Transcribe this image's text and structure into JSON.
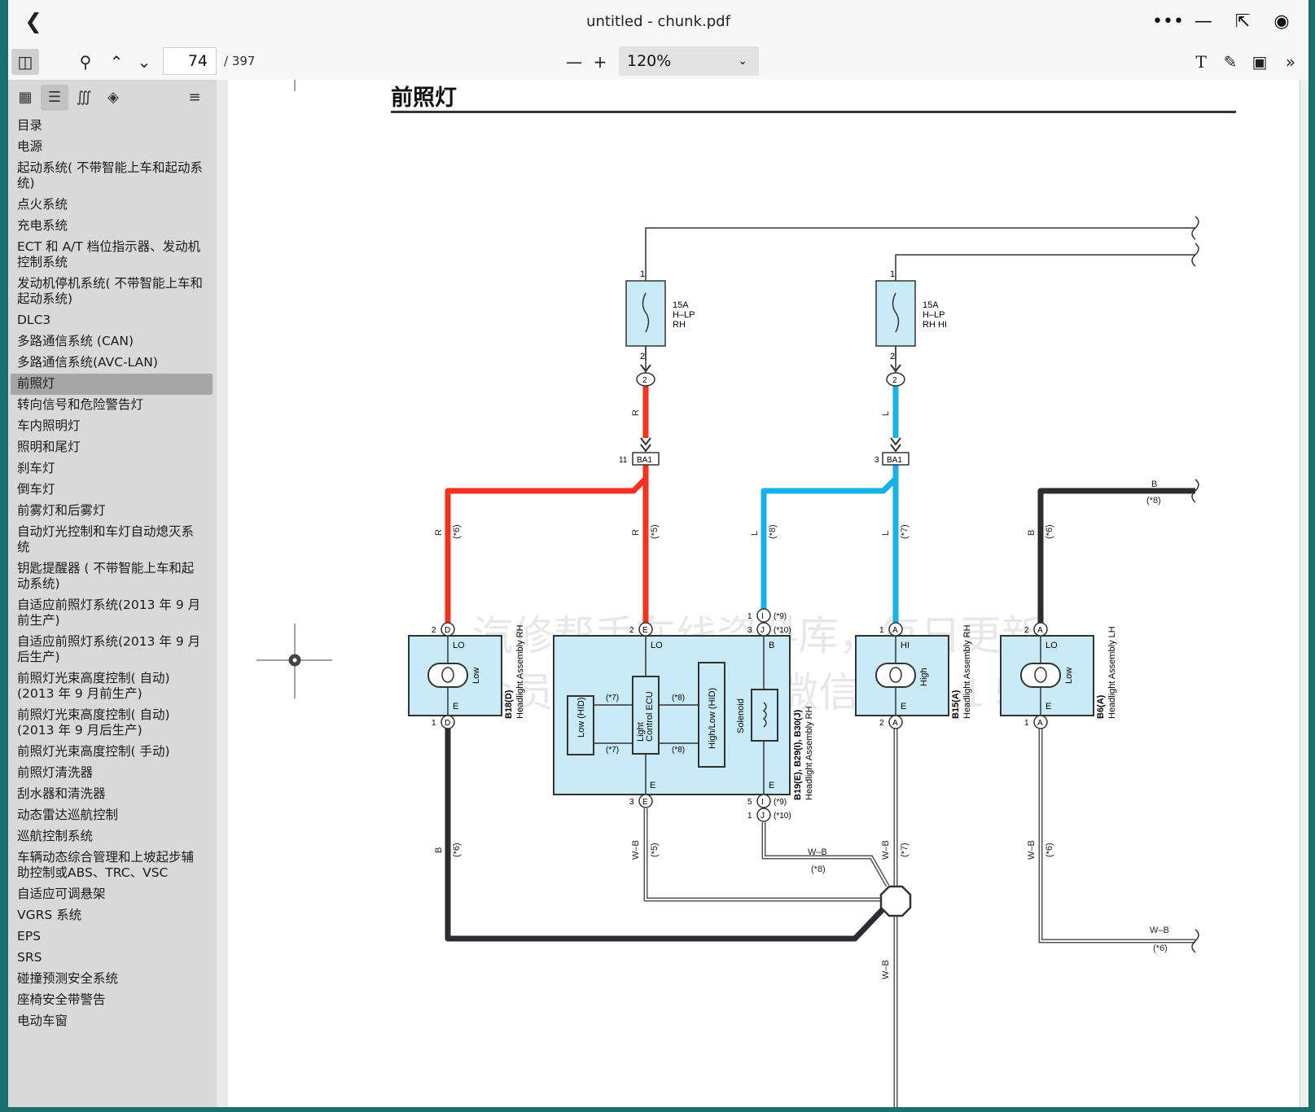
{
  "window": {
    "title": "untitled - chunk.pdf"
  },
  "toolbar": {
    "page_current": "74",
    "page_total": "/ 397",
    "zoom": "120%"
  },
  "toc": [
    "目录",
    "电源",
    "起动系统( 不带智能上车和起动系统)",
    "点火系统",
    "充电系统",
    "ECT 和 A/T 档位指示器、发动机控制系统",
    "发动机停机系统( 不带智能上车和起动系统)",
    "DLC3",
    "多路通信系统 (CAN)",
    "多路通信系统(AVC-LAN)",
    "前照灯",
    "转向信号和危险警告灯",
    "车内照明灯",
    "照明和尾灯",
    "刹车灯",
    "倒车灯",
    "前雾灯和后雾灯",
    "自动灯光控制和车灯自动熄灭系统",
    "钥匙提醒器 ( 不带智能上车和起动系统)",
    "自适应前照灯系统(2013 年 9 月前生产)",
    "自适应前照灯系统(2013 年 9 月后生产)",
    "前照灯光束高度控制( 自动)(2013 年 9 月前生产)",
    "前照灯光束高度控制( 自动)(2013 年 9 月后生产)",
    "前照灯光束高度控制( 手动)",
    "前照灯清洗器",
    "刮水器和清洗器",
    "动态雷达巡航控制",
    "巡航控制系统",
    "车辆动态综合管理和上坡起步辅助控制或ABS、TRC、VSC",
    "自适应可调悬架",
    "VGRS 系统",
    "EPS",
    "SRS",
    "碰撞预测安全系统",
    "座椅安全带警告",
    "电动车窗"
  ],
  "toc_active_index": 10,
  "doc": {
    "heading": "前照灯",
    "fuse1": {
      "pin_top": "1",
      "pin_bot": "2",
      "l1": "15A",
      "l2": "H–LP",
      "l3": "RH",
      "conn": "2"
    },
    "fuse2": {
      "pin_top": "1",
      "pin_bot": "2",
      "l1": "15A",
      "l2": "H–LP",
      "l3": "RH HI",
      "conn": "2"
    },
    "ba1_left": {
      "pin": "11",
      "label": "BA1"
    },
    "ba1_right": {
      "pin": "3",
      "label": "BA1"
    },
    "wire": {
      "R": "R",
      "L": "L",
      "B": "B",
      "WB": "W–B"
    },
    "notes": {
      "n5": "(*5)",
      "n6": "(*6)",
      "n7": "(*7)",
      "n8": "(*8)",
      "n9": "(*9)",
      "n10": "(*10)"
    },
    "b18": {
      "name": "B18(D)",
      "desc": "Headlight Assembly RH",
      "lo": "LO",
      "e": "E",
      "low": "Low",
      "pin_top": "2",
      "pin_top_c": "D",
      "pin_bot": "1",
      "pin_bot_c": "D"
    },
    "b19": {
      "name": "B19(E), B29(I), B30(J)",
      "desc": "Headlight Assembly RH",
      "lo": "LO",
      "b": "B",
      "e": "E",
      "low_hid": "Low (HID)",
      "ecu1": "Light",
      "ecu2": "Control ECU",
      "high_low": "High/Low (HID)",
      "solenoid": "Solenoid",
      "p_e_top": "2",
      "c_e_top": "E",
      "p_i_top": "1",
      "c_i_top": "I",
      "p_j_top": "3",
      "c_j_top": "J",
      "p_e_bot": "3",
      "c_e_bot": "E",
      "p_i_bot": "5",
      "c_i_bot": "I",
      "p_j_bot": "1",
      "c_j_bot": "J"
    },
    "b15": {
      "name": "B15(A)",
      "desc": "Headlight Assembly RH",
      "hi": "HI",
      "e": "E",
      "high": "High",
      "pin_top": "1",
      "pin_top_c": "A",
      "pin_bot": "2",
      "pin_bot_c": "A"
    },
    "b6": {
      "name": "B6(A)",
      "desc": "Headlight Assembly LH",
      "lo": "LO",
      "e": "E",
      "low": "Low",
      "pin_top": "2",
      "pin_top_c": "A",
      "pin_bot": "1",
      "pin_bot_c": "A"
    },
    "watermark1": "汽修帮手在线资料库，每日更新",
    "watermark2": "会员仅1 8 8 元，微信q b 6 1 5 8"
  },
  "colors": {
    "red": "#f2321f",
    "blue": "#17b1e7",
    "black": "#2b2d33",
    "box": "#c8ebf7"
  }
}
